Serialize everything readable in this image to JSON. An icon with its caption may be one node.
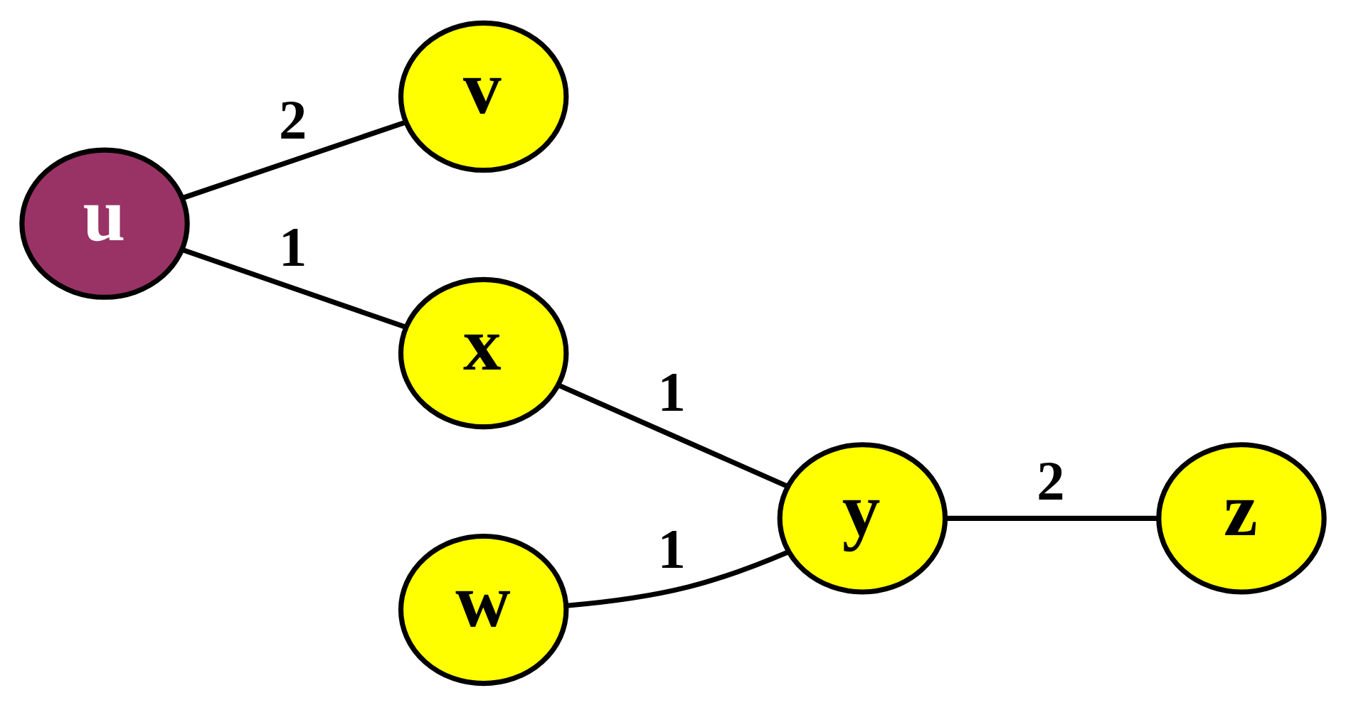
{
  "diagram": {
    "nodes": [
      {
        "text": [
          "u"
        ]
      },
      {
        "text": [
          "v"
        ]
      },
      {
        "text": [
          "w"
        ]
      },
      {
        "text": [
          "x"
        ]
      },
      {
        "text": [
          "y"
        ]
      },
      {
        "text": [
          "z"
        ]
      }
    ],
    "edges": [
      {
        "from": 0,
        "to": 1,
        "arrow": "none",
        "label": "2"
      },
      {
        "from": 0,
        "to": 3,
        "arrow": "none",
        "label": "1"
      },
      {
        "from": 3,
        "to": 4,
        "arrow": "none",
        "label": "1"
      },
      {
        "from": 2,
        "to": 4,
        "arrow": "none",
        "label": "1"
      },
      {
        "from": 4,
        "to": 5,
        "arrow": "none",
        "label": "2"
      }
    ]
  }
}
